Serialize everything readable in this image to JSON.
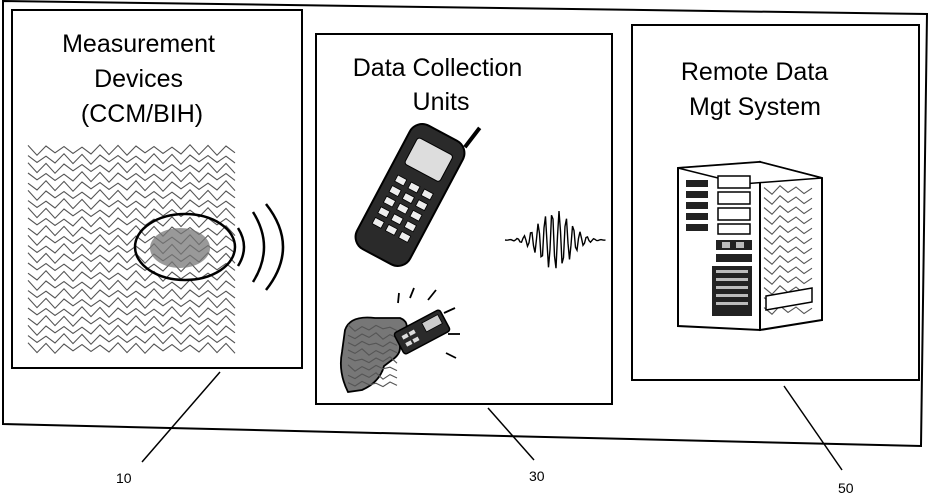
{
  "panels": [
    {
      "title_lines": [
        "Measurement",
        "Devices",
        "(CCM/BIH)"
      ],
      "ref": "10"
    },
    {
      "title_lines": [
        "Data Collection",
        "Units"
      ],
      "ref": "30"
    },
    {
      "title_lines": [
        "Remote Data",
        "Mgt System"
      ],
      "ref": "50"
    }
  ],
  "icons": {
    "measurement": "chest-with-sensor-icon",
    "collection_primary": "mobile-phone-icon",
    "collection_secondary": "handheld-device-icon",
    "signal": "waveform-icon",
    "remote": "server-tower-icon"
  }
}
